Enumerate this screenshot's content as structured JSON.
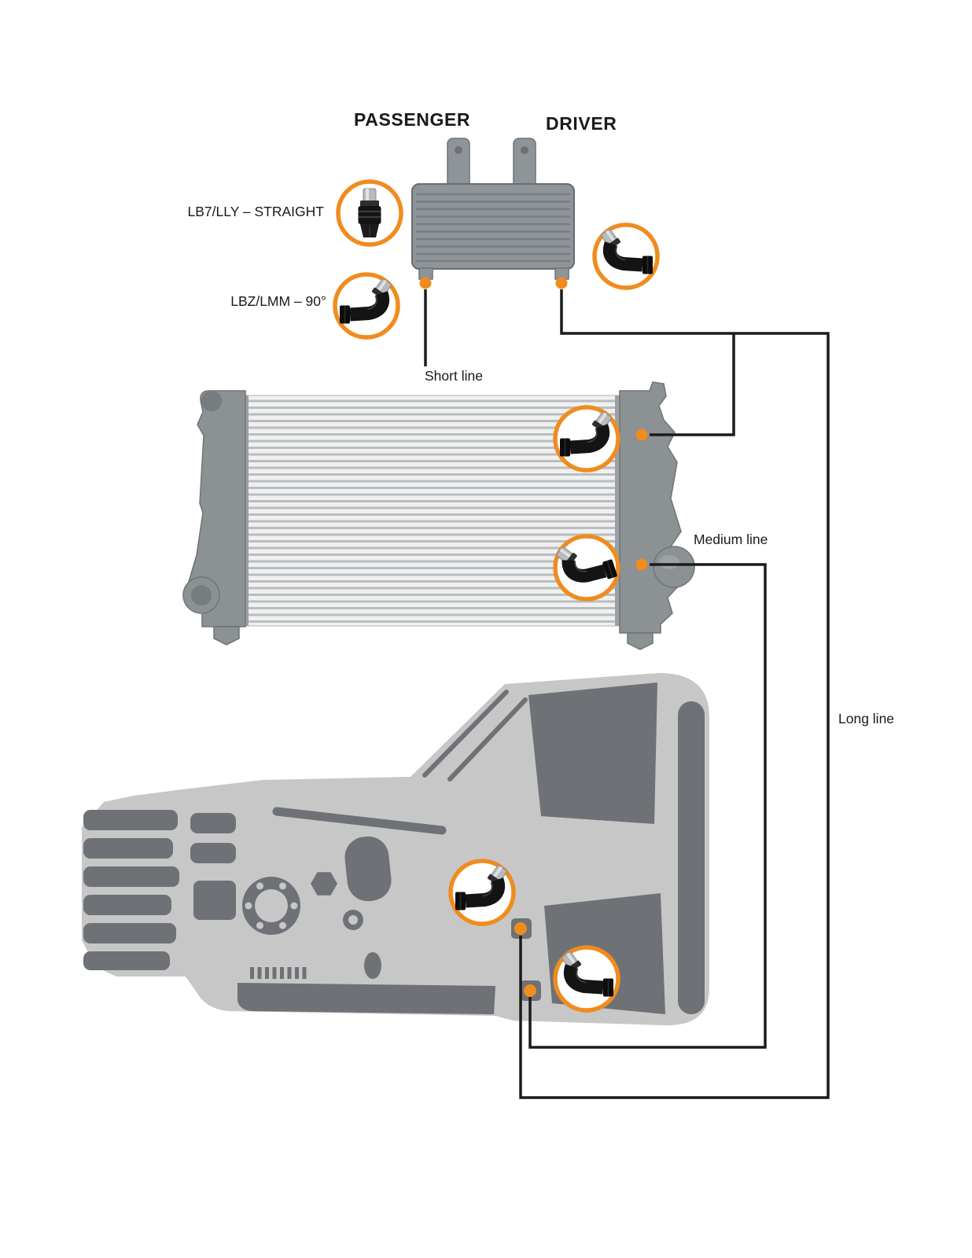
{
  "labels": {
    "passenger": "PASSENGER",
    "driver": "DRIVER",
    "fitting_straight": "LB7/LLY – STRAIGHT",
    "fitting_90": "LBZ/LMM – 90°",
    "line_short": "Short line",
    "line_medium": "Medium line",
    "line_long": "Long line"
  },
  "colors": {
    "accent_orange": "#F08C1E",
    "line_black": "#1B1B1B",
    "machine_gray": "#8C9194",
    "machine_light_gray": "#C7C7C7",
    "machine_dark_gray": "#6E7276",
    "core_white": "#F0F0F0"
  },
  "callouts": [
    {
      "target": "cooler-passenger-port",
      "fitting": "straight"
    },
    {
      "target": "cooler-passenger-port",
      "fitting": "90-elbow"
    },
    {
      "target": "cooler-driver-port",
      "fitting": "90-elbow"
    },
    {
      "target": "radiator-upper-port",
      "fitting": "90-elbow"
    },
    {
      "target": "radiator-lower-port",
      "fitting": "90-elbow"
    },
    {
      "target": "transmission-upper-port",
      "fitting": "90-elbow"
    },
    {
      "target": "transmission-lower-port",
      "fitting": "90-elbow"
    }
  ],
  "lines": [
    {
      "name": "Short line",
      "from": "cooler-passenger-port",
      "to": "radiator"
    },
    {
      "name": "Medium line",
      "from": "radiator-lower-port",
      "to": "transmission-lower-port"
    },
    {
      "name": "Long line",
      "from": "cooler-driver-port",
      "to": "transmission-upper-port"
    }
  ]
}
